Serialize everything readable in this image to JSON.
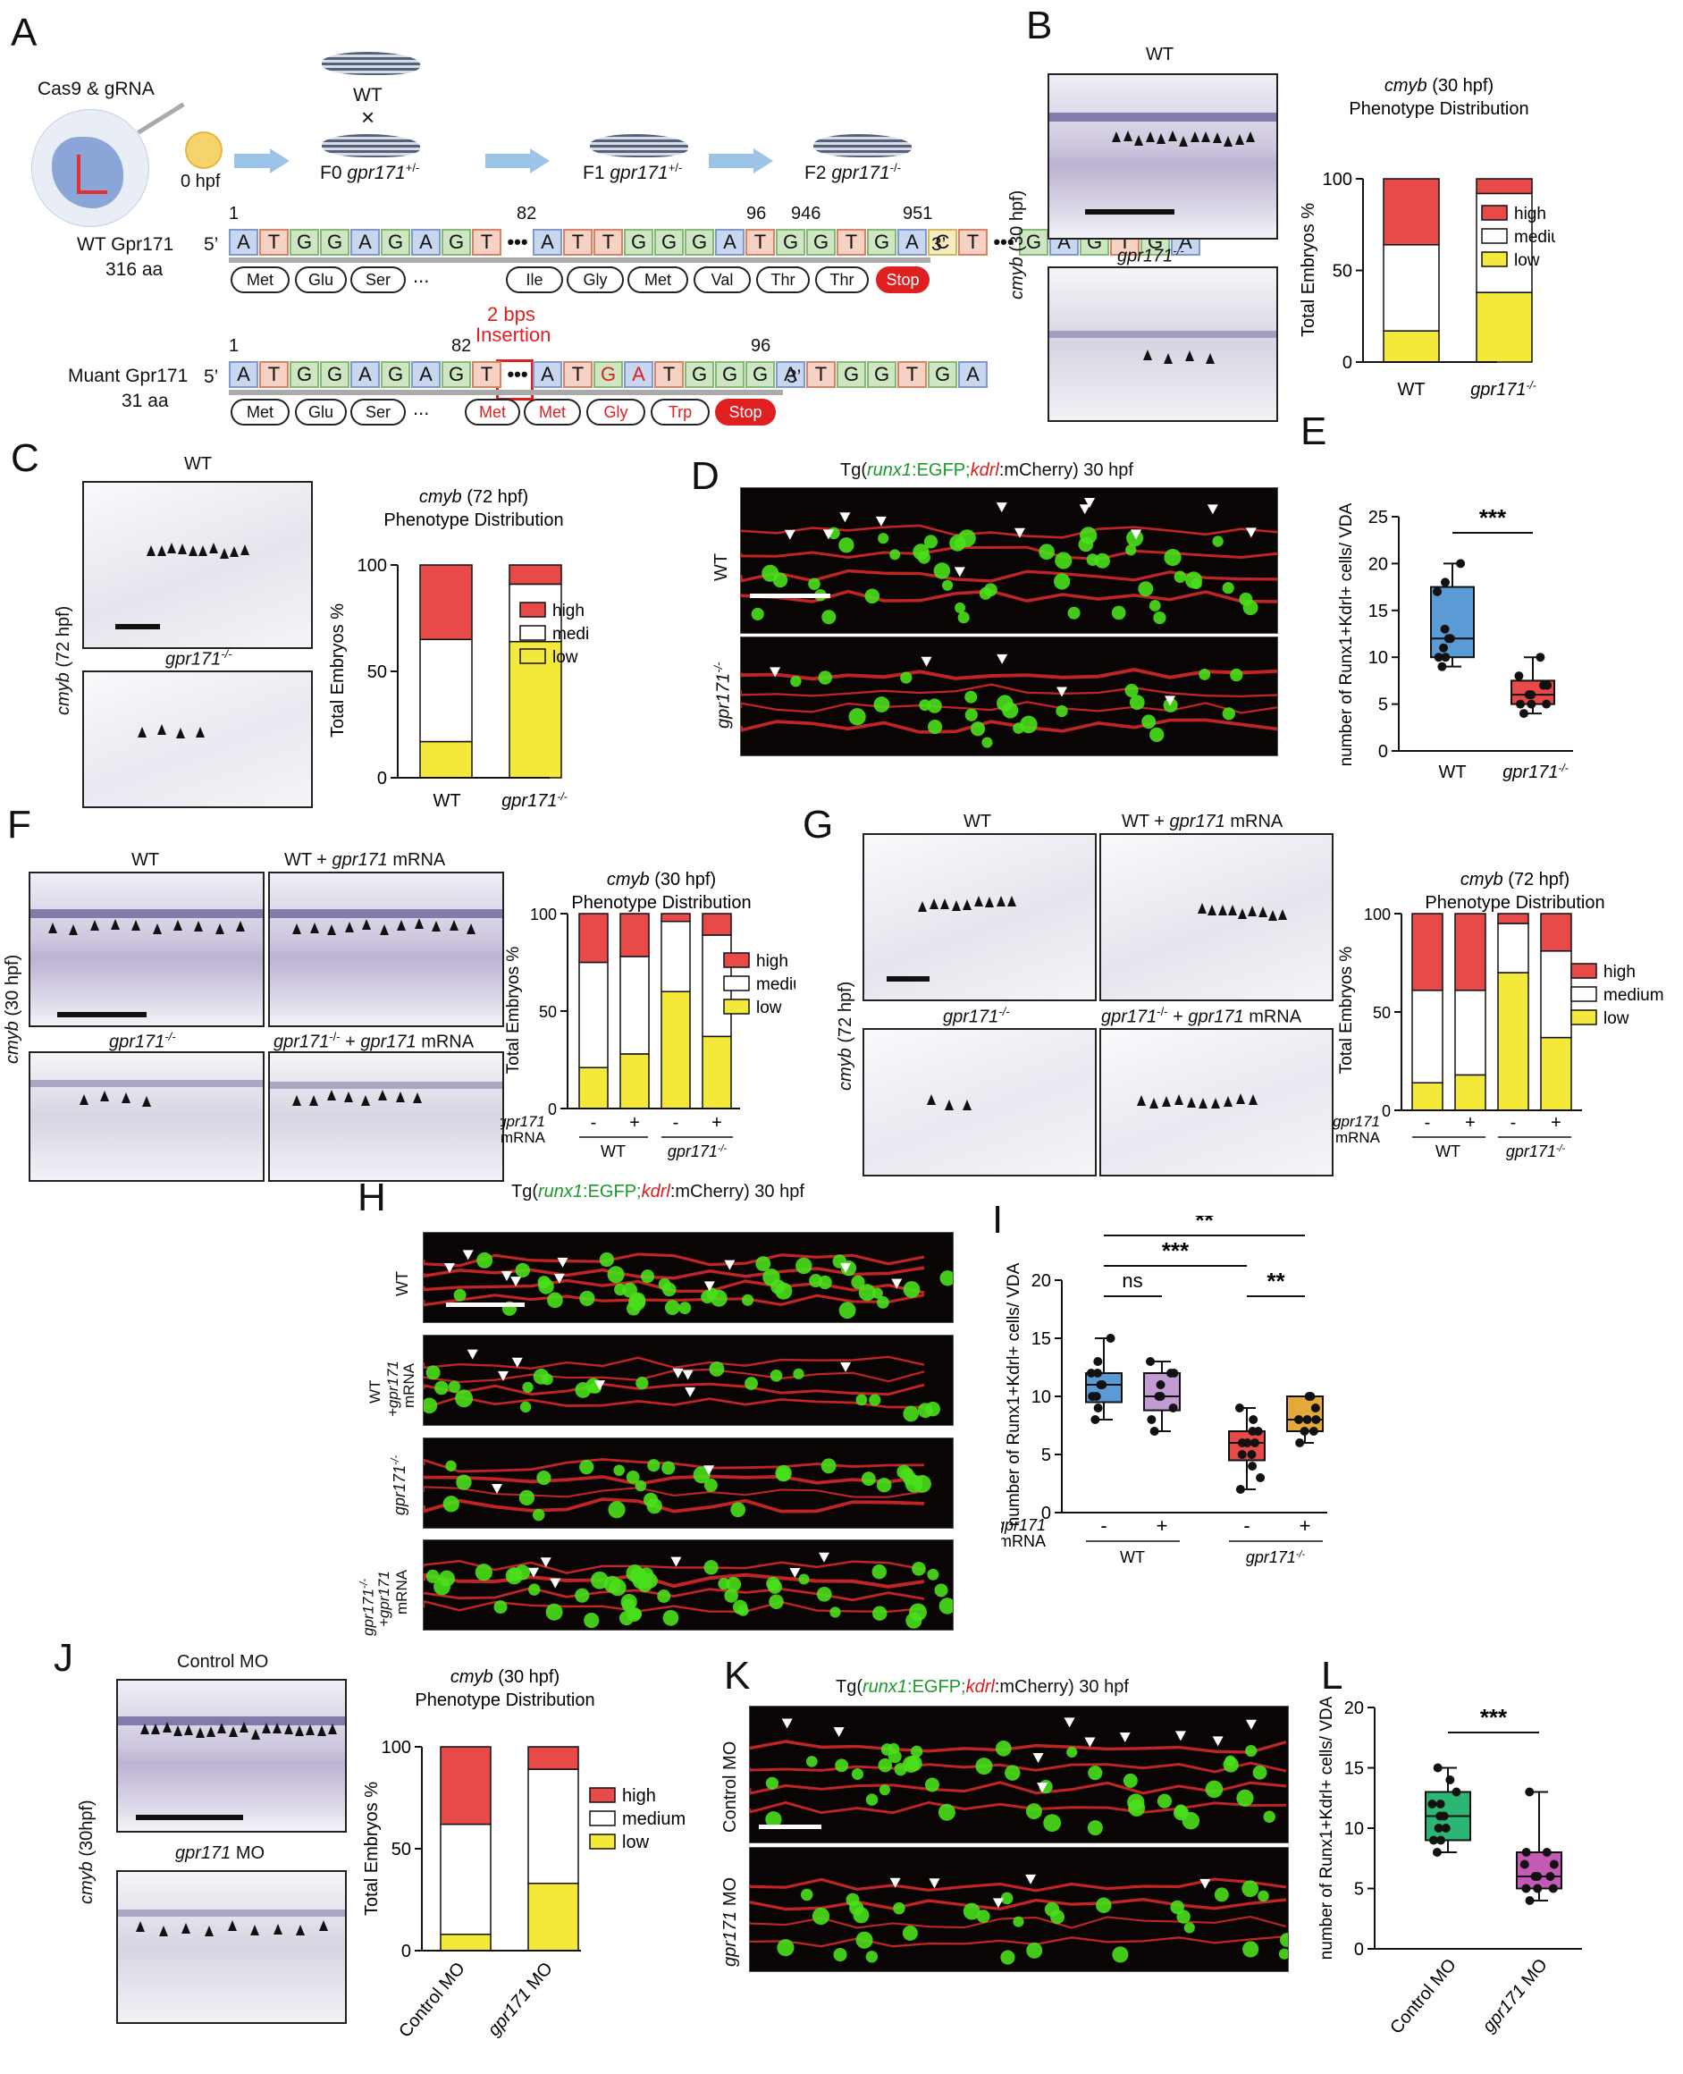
{
  "panels": [
    "A",
    "B",
    "C",
    "D",
    "E",
    "F",
    "G",
    "H",
    "I",
    "J",
    "K",
    "L"
  ],
  "panelA": {
    "cas9": "Cas9 & gRNA",
    "hpf0": "0 hpf",
    "wt": "WT",
    "cross": "×",
    "f0": "F0 ",
    "f1": "F1 ",
    "f2": "F2 ",
    "gene": "gpr171",
    "f0sup": "+/-",
    "f1sup": "+/-",
    "f2sup": "-/-",
    "wt_title": "WT Gpr171",
    "wt_len": "316 aa",
    "mut_title": "Muant Gpr171",
    "mut_len": "31 aa",
    "five": "5’",
    "three": "3’",
    "pos_wt": [
      "1",
      "82",
      "96",
      "946",
      "951"
    ],
    "pos_mut": [
      "1",
      "82",
      "96"
    ],
    "wt_seq1": [
      "A",
      "T",
      "G",
      "G",
      "A",
      "G",
      "A",
      "G",
      "T"
    ],
    "wt_seq2": [
      "A",
      "T",
      "T",
      "G",
      "G",
      "G",
      "A",
      "T",
      "G",
      "G",
      "T",
      "G",
      "A",
      "C",
      "T"
    ],
    "wt_seq3": [
      "G",
      "A",
      "G",
      "T",
      "G",
      "A"
    ],
    "mut_seq1": [
      "A",
      "T",
      "G",
      "G",
      "A",
      "G",
      "A",
      "G",
      "T"
    ],
    "mut_seq2": [
      "A",
      "T",
      "G",
      "A",
      "T",
      "G",
      "G",
      "G",
      "A",
      "T",
      "G",
      "G",
      "T",
      "G",
      "A"
    ],
    "insertion": [
      "2 bps",
      "Insertion"
    ],
    "wt_aa": [
      "Met",
      "Glu",
      "Ser",
      "Ile",
      "Gly",
      "Met",
      "Val",
      "Thr",
      "Thr",
      "Stop"
    ],
    "mut_aa": [
      "Met",
      "Glu",
      "Ser",
      "Met",
      "Met",
      "Gly",
      "Trp",
      "Stop"
    ],
    "ellipsis": "...",
    "dots": "•••"
  },
  "labels": {
    "wt": "WT",
    "mut": "gpr171",
    "mut_sup": "-/-",
    "cmyb30": "cmyb",
    "cmyb30_suffix": " (30 hpf)",
    "cmyb72_suffix": " (72 hpf)",
    "cmyb30b_suffix": " (30hpf)",
    "phen": "Phenotype Distribution",
    "total": "Total Embryos %",
    "legend": [
      "high",
      "medium",
      "low"
    ],
    "tg_prefix": "Tg(",
    "tg_runx": "runx1",
    "tg_egfp": ":EGFP;",
    "tg_kdrl": "kdrl",
    "tg_mch": ":mCherry) 30 hpf",
    "wt_mrna": "WT + ",
    "mrna": " mRNA",
    "mut_mrna_plus": " + ",
    "count_axis": "number of Runx1⁺Kdrl⁺ cells/ VDA",
    "minus": "-",
    "plus": "+",
    "mrna_word": "mRNA",
    "control_mo": "Control MO",
    "gpr_mo": " MO",
    "wt_plus": "WT",
    "plus_gpr": "+gpr171",
    "stars3": "***",
    "stars2": "**",
    "ns": "ns"
  },
  "chart_data": [
    {
      "id": "B",
      "type": "bar",
      "title": "cmyb (30 hpf) Phenotype Distribution",
      "categories": [
        "WT",
        "gpr171-/-"
      ],
      "series": [
        {
          "name": "low",
          "values": [
            17,
            38
          ]
        },
        {
          "name": "medium",
          "values": [
            47,
            54
          ]
        },
        {
          "name": "high",
          "values": [
            36,
            8
          ]
        }
      ],
      "ylabel": "Total Embryos %",
      "ylim": [
        0,
        100
      ],
      "colors": {
        "high": "#e84a4a",
        "medium": "#ffffff",
        "low": "#f4e838"
      }
    },
    {
      "id": "C",
      "type": "bar",
      "title": "cmyb (72 hpf) Phenotype Distribution",
      "categories": [
        "WT",
        "gpr171-/-"
      ],
      "series": [
        {
          "name": "low",
          "values": [
            17,
            64
          ]
        },
        {
          "name": "medium",
          "values": [
            48,
            27
          ]
        },
        {
          "name": "high",
          "values": [
            35,
            9
          ]
        }
      ],
      "ylabel": "Total Embryos %",
      "ylim": [
        0,
        100
      ]
    },
    {
      "id": "E",
      "type": "box",
      "categories": [
        "WT",
        "gpr171-/-"
      ],
      "ylabel": "number of Runx1+Kdrl+ cells/ VDA",
      "ylim": [
        0,
        25
      ],
      "boxes": [
        {
          "min": 9,
          "q1": 10,
          "median": 12,
          "q3": 17.5,
          "max": 20,
          "points": [
            9,
            10,
            10,
            11,
            12,
            12,
            13,
            17,
            18,
            20
          ],
          "color": "#5b9bd5"
        },
        {
          "min": 4,
          "q1": 5,
          "median": 6,
          "q3": 7.5,
          "max": 10,
          "points": [
            4,
            5,
            5,
            5,
            6,
            6,
            7,
            7,
            8,
            10
          ],
          "color": "#e84a4a"
        }
      ]
    },
    {
      "id": "F",
      "type": "bar",
      "title": "cmyb (30 hpf) Phenotype Distribution",
      "categories": [
        "WT -",
        "WT +",
        "gpr171-/- -",
        "gpr171-/- +"
      ],
      "series": [
        {
          "name": "low",
          "values": [
            21,
            28,
            60,
            37
          ]
        },
        {
          "name": "medium",
          "values": [
            54,
            50,
            36,
            52
          ]
        },
        {
          "name": "high",
          "values": [
            25,
            22,
            4,
            11
          ]
        }
      ],
      "ylabel": "Total Embryos %",
      "ylim": [
        0,
        100
      ]
    },
    {
      "id": "G",
      "type": "bar",
      "title": "cmyb (72 hpf) Phenotype Distribution",
      "categories": [
        "WT -",
        "WT +",
        "gpr171-/- -",
        "gpr171-/- +"
      ],
      "series": [
        {
          "name": "low",
          "values": [
            14,
            18,
            70,
            37
          ]
        },
        {
          "name": "medium",
          "values": [
            47,
            43,
            25,
            44
          ]
        },
        {
          "name": "high",
          "values": [
            39,
            39,
            5,
            19
          ]
        }
      ],
      "ylabel": "Total Embryos %",
      "ylim": [
        0,
        100
      ]
    },
    {
      "id": "I",
      "type": "box",
      "categories": [
        "WT -",
        "WT +",
        "gpr171-/- -",
        "gpr171-/- +"
      ],
      "ylabel": "number of Runx1+Kdrl+ cells/ VDA",
      "ylim": [
        0,
        20
      ],
      "boxes": [
        {
          "min": 8,
          "q1": 9.5,
          "median": 11,
          "q3": 12,
          "max": 15,
          "points": [
            8,
            9,
            10,
            10,
            11,
            11,
            12,
            12,
            13,
            15
          ],
          "color": "#5b9bd5"
        },
        {
          "min": 7,
          "q1": 8.8,
          "median": 10,
          "q3": 12,
          "max": 13,
          "points": [
            7,
            8,
            9,
            10,
            10,
            11,
            12,
            12,
            13
          ],
          "color": "#c39bd3"
        },
        {
          "min": 2,
          "q1": 4.5,
          "median": 6,
          "q3": 7,
          "max": 9,
          "points": [
            2,
            3,
            4,
            5,
            5,
            6,
            6,
            6,
            7,
            7,
            8,
            9
          ],
          "color": "#e84a4a"
        },
        {
          "min": 6,
          "q1": 7,
          "median": 8,
          "q3": 10,
          "max": 10,
          "points": [
            6,
            7,
            7,
            8,
            8,
            8,
            9,
            10,
            10
          ],
          "color": "#e5a83b"
        }
      ]
    },
    {
      "id": "J",
      "type": "bar",
      "title": "cmyb (30 hpf) Phenotype Distribution",
      "categories": [
        "Control MO",
        "gpr171 MO"
      ],
      "series": [
        {
          "name": "low",
          "values": [
            8,
            33
          ]
        },
        {
          "name": "medium",
          "values": [
            54,
            56
          ]
        },
        {
          "name": "high",
          "values": [
            38,
            11
          ]
        }
      ],
      "ylabel": "Total Embryos %",
      "ylim": [
        0,
        100
      ]
    },
    {
      "id": "L",
      "type": "box",
      "categories": [
        "Control MO",
        "gpr171 MO"
      ],
      "ylabel": "number of Runx1+Kdrl+ cells/ VDA",
      "ylim": [
        0,
        20
      ],
      "boxes": [
        {
          "min": 8,
          "q1": 9,
          "median": 11,
          "q3": 13,
          "max": 15,
          "points": [
            8,
            9,
            9,
            10,
            10,
            11,
            11,
            12,
            12,
            13,
            14,
            15
          ],
          "color": "#2bb673"
        },
        {
          "min": 4,
          "q1": 5,
          "median": 6,
          "q3": 8,
          "max": 13,
          "points": [
            4,
            5,
            5,
            5,
            6,
            6,
            6,
            7,
            7,
            8,
            8,
            13
          ],
          "color": "#c45ab3"
        }
      ]
    }
  ]
}
